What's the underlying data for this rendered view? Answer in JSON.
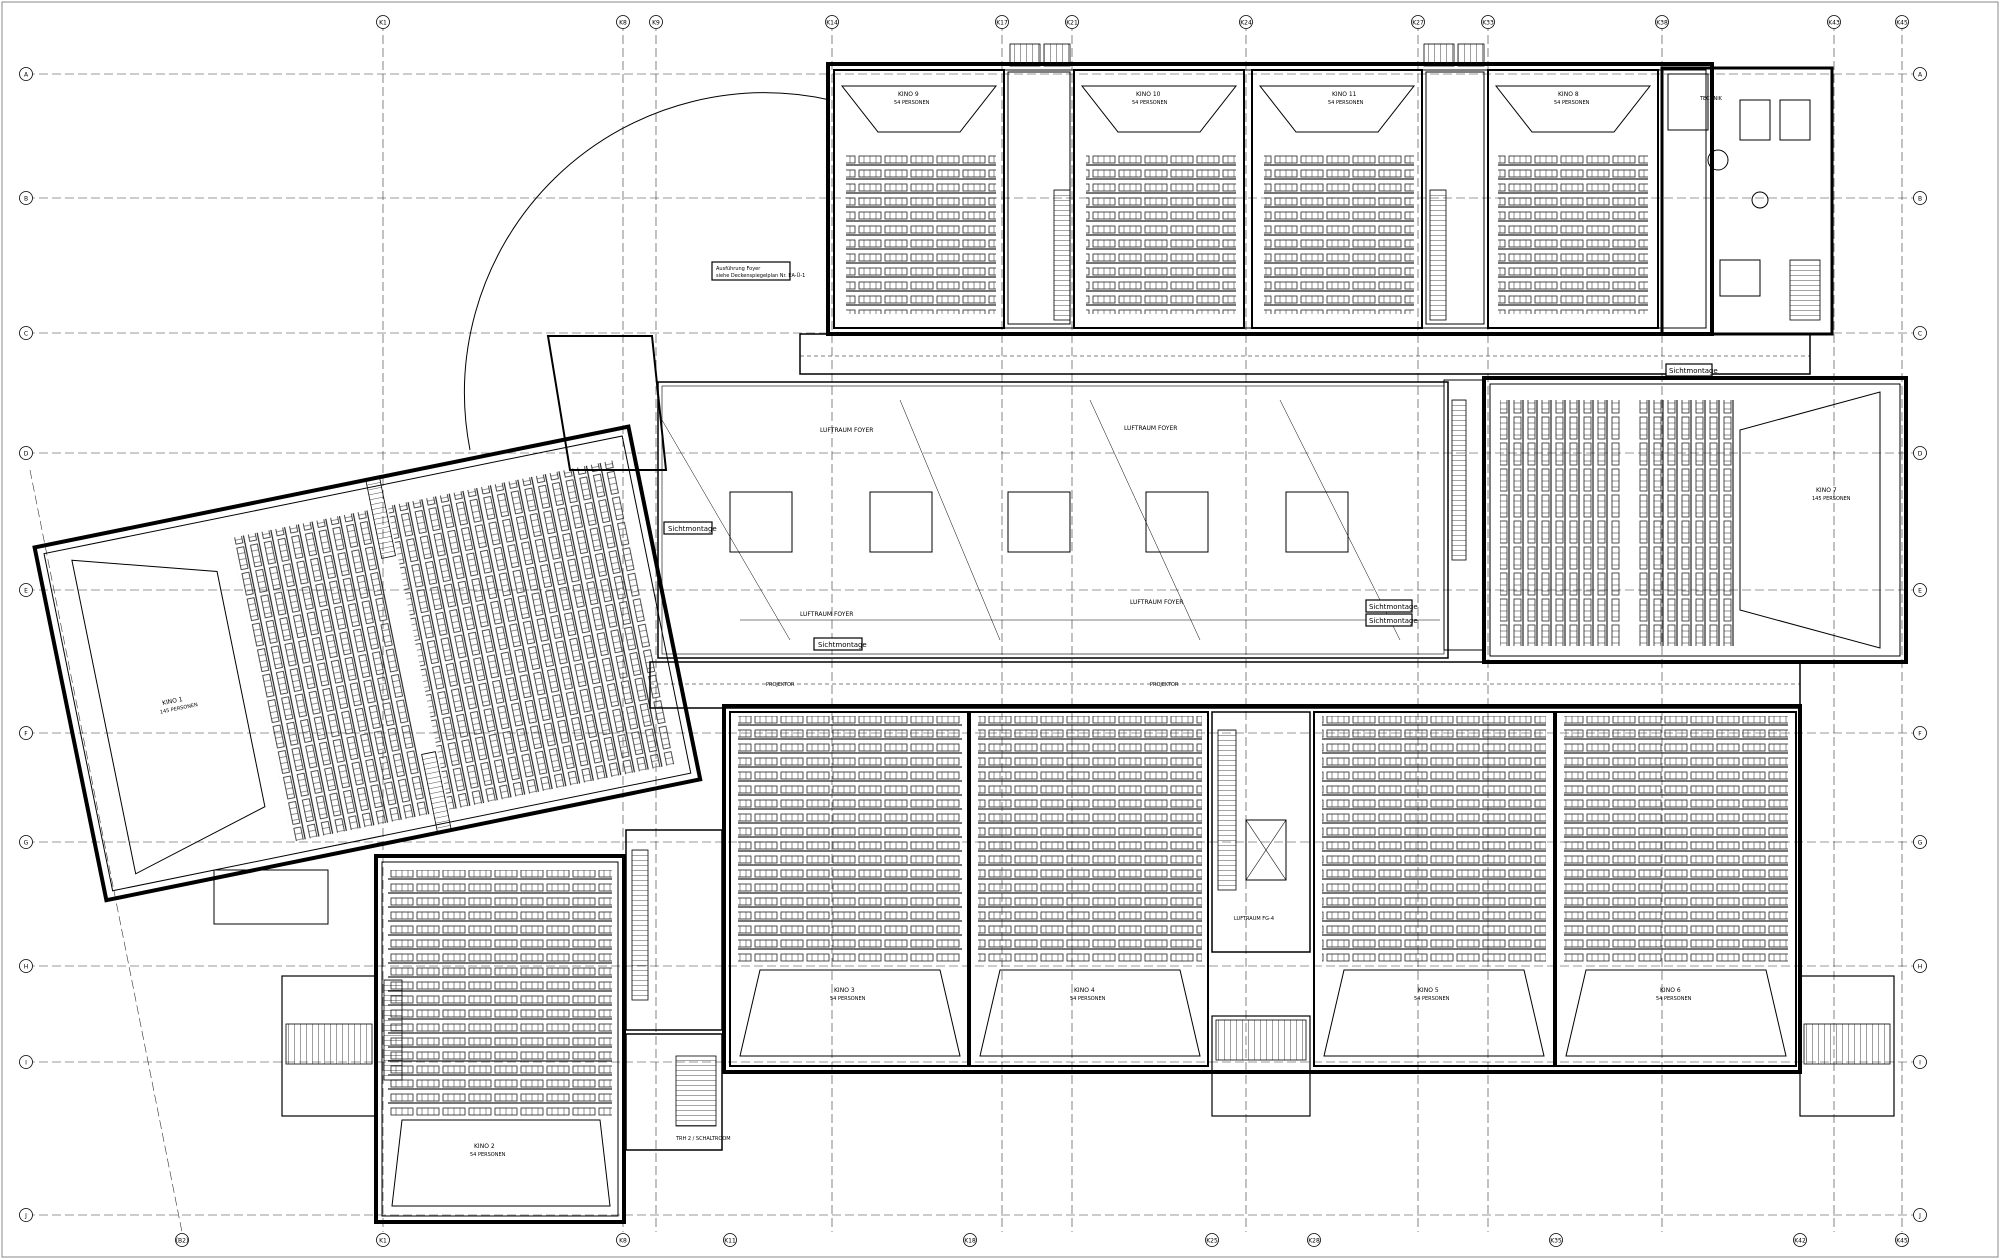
{
  "drawing": {
    "grid_rows": [
      "A",
      "B",
      "C",
      "D",
      "E",
      "F",
      "G",
      "H",
      "I",
      "J"
    ],
    "grid_top_columns": [
      "K1",
      "K8",
      "K9",
      "K14",
      "K17",
      "K21",
      "K24",
      "K27",
      "K33",
      "K38",
      "K43",
      "K45"
    ],
    "grid_bottom_columns": [
      "(B2)",
      "K1",
      "K8",
      "K11",
      "K18",
      "K25",
      "K28",
      "K35",
      "K42",
      "K45"
    ],
    "cinemas": [
      {
        "name": "KINO 9",
        "seats": "54 PERSONEN"
      },
      {
        "name": "KINO 10",
        "seats": "54 PERSONEN"
      },
      {
        "name": "KINO 11",
        "seats": "54 PERSONEN"
      },
      {
        "name": "KINO 8",
        "seats": "54 PERSONEN"
      },
      {
        "name": "KINO 7",
        "seats": "145 PERSONEN"
      },
      {
        "name": "KINO 1",
        "seats": "145 PERSONEN"
      },
      {
        "name": "KINO 2",
        "seats": "54 PERSONEN"
      },
      {
        "name": "KINO 3",
        "seats": "54 PERSONEN"
      },
      {
        "name": "KINO 4",
        "seats": "54 PERSONEN"
      },
      {
        "name": "KINO 5",
        "seats": "54 PERSONEN"
      },
      {
        "name": "KINO 6",
        "seats": "54 PERSONEN"
      }
    ],
    "sichtmontage": "Sichtmontage",
    "foyer_note": [
      "Ausführung Foyer",
      "siehe Deckenspiegelplan Nr. EA-Ü-1"
    ],
    "luftraum_foyer": "LUFTRAUM FOYER",
    "projektor": "PROJEKTOR",
    "technik": "TECHNIK",
    "aufzug": "LUFTRAUM FG-4",
    "schaltraum": "TRH 2 / SCHALTROOM"
  }
}
